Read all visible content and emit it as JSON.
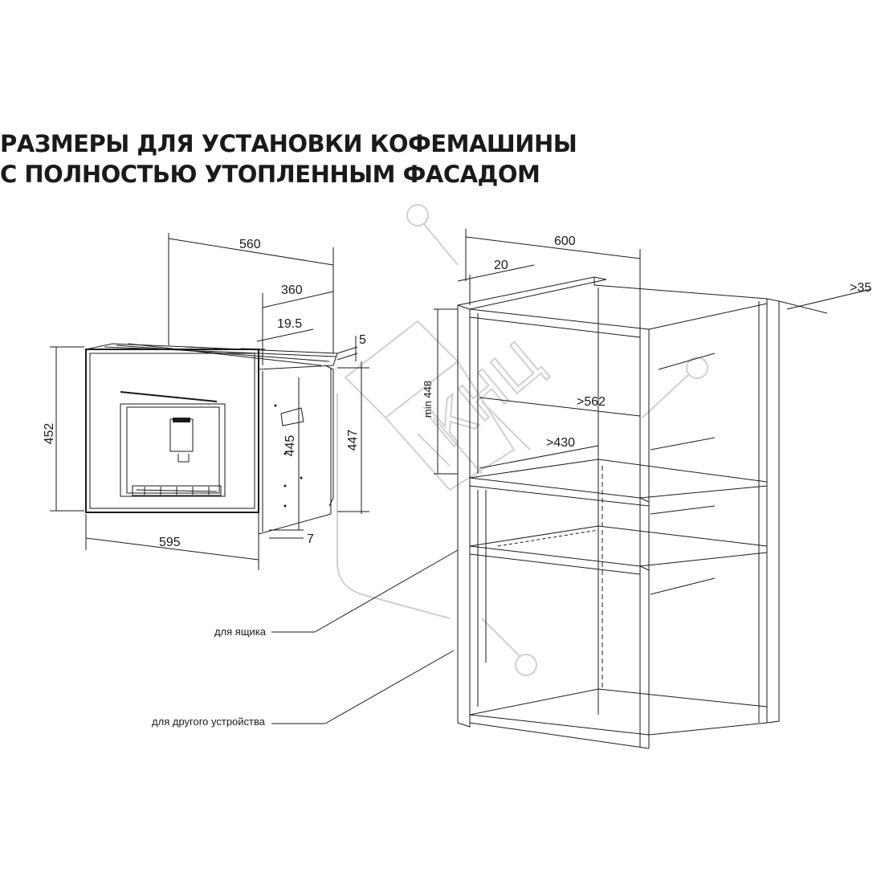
{
  "title": {
    "line1": "РАЗМЕРЫ ДЛЯ УСТАНОВКИ КОФЕМАШИНЫ",
    "line2": "С ПОЛНОСТЬЮ УТОПЛЕННЫМ ФАСАДОМ"
  },
  "machine_dims": {
    "depth_total": "560",
    "depth_body": "360",
    "offset": "19.5",
    "top_gap": "5",
    "front_height": "452",
    "body_height": "445",
    "side_height": "447",
    "bottom_gap": "7",
    "front_width": "595"
  },
  "cabinet_dims": {
    "width": "600",
    "front_offset": "20",
    "back_gap": ">35",
    "min_height": "min 448",
    "inner_width": ">562",
    "inner_depth": ">430"
  },
  "labels": {
    "drawer": "для ящика",
    "other_device": "для другого устройства"
  },
  "watermark": "КНЦ"
}
